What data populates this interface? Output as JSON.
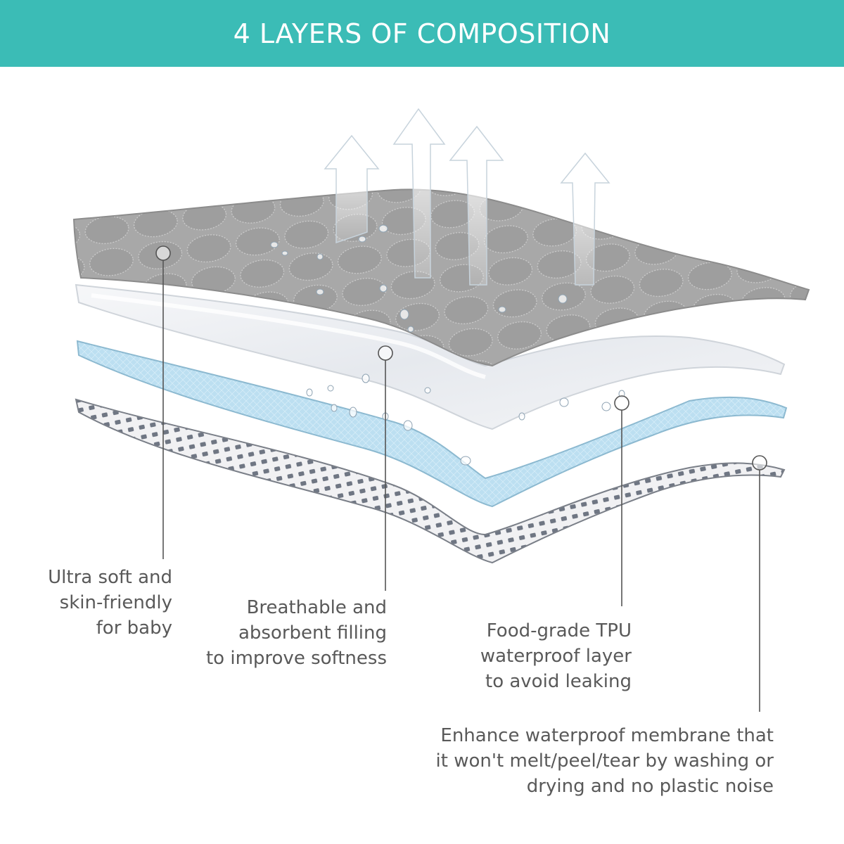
{
  "header": {
    "title": "4 LAYERS OF COMPOSITION"
  },
  "colors": {
    "banner": "#3bbcb6",
    "top_layer": "#a9a9a9",
    "filling_layer": "#eef1f4",
    "tpu_layer": "#bfe0f2",
    "membrane_layer": "#e9e9ec",
    "callout_line": "#555555",
    "text": "#595959"
  },
  "layers": [
    {
      "id": "top",
      "lines": [
        "Ultra soft and",
        "skin-friendly",
        "for baby"
      ]
    },
    {
      "id": "filling",
      "lines": [
        "Breathable and",
        "absorbent filling",
        "to improve softness"
      ]
    },
    {
      "id": "tpu",
      "lines": [
        "Food-grade TPU",
        "waterproof layer",
        "to avoid leaking"
      ]
    },
    {
      "id": "membrane",
      "lines": [
        "Enhance waterproof membrane that",
        "it won't melt/peel/tear by washing or",
        "drying and no plastic noise"
      ]
    }
  ]
}
